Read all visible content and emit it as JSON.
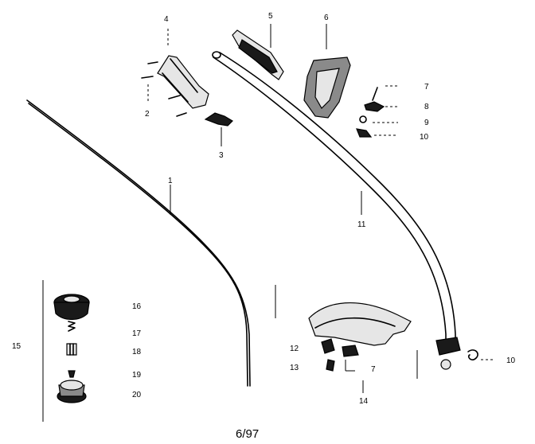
{
  "callouts": {
    "c1": "1",
    "c2": "2",
    "c3": "3",
    "c4": "4",
    "c5": "5",
    "c6": "6",
    "c7a": "7",
    "c7b": "7",
    "c8": "8",
    "c9": "9",
    "c10a": "10",
    "c10b": "10",
    "c11": "11",
    "c12": "12",
    "c13": "13",
    "c14": "14",
    "c15": "15",
    "c16": "16",
    "c17": "17",
    "c18": "18",
    "c19": "19",
    "c20": "20"
  },
  "footer": {
    "date_code": "6/97"
  }
}
